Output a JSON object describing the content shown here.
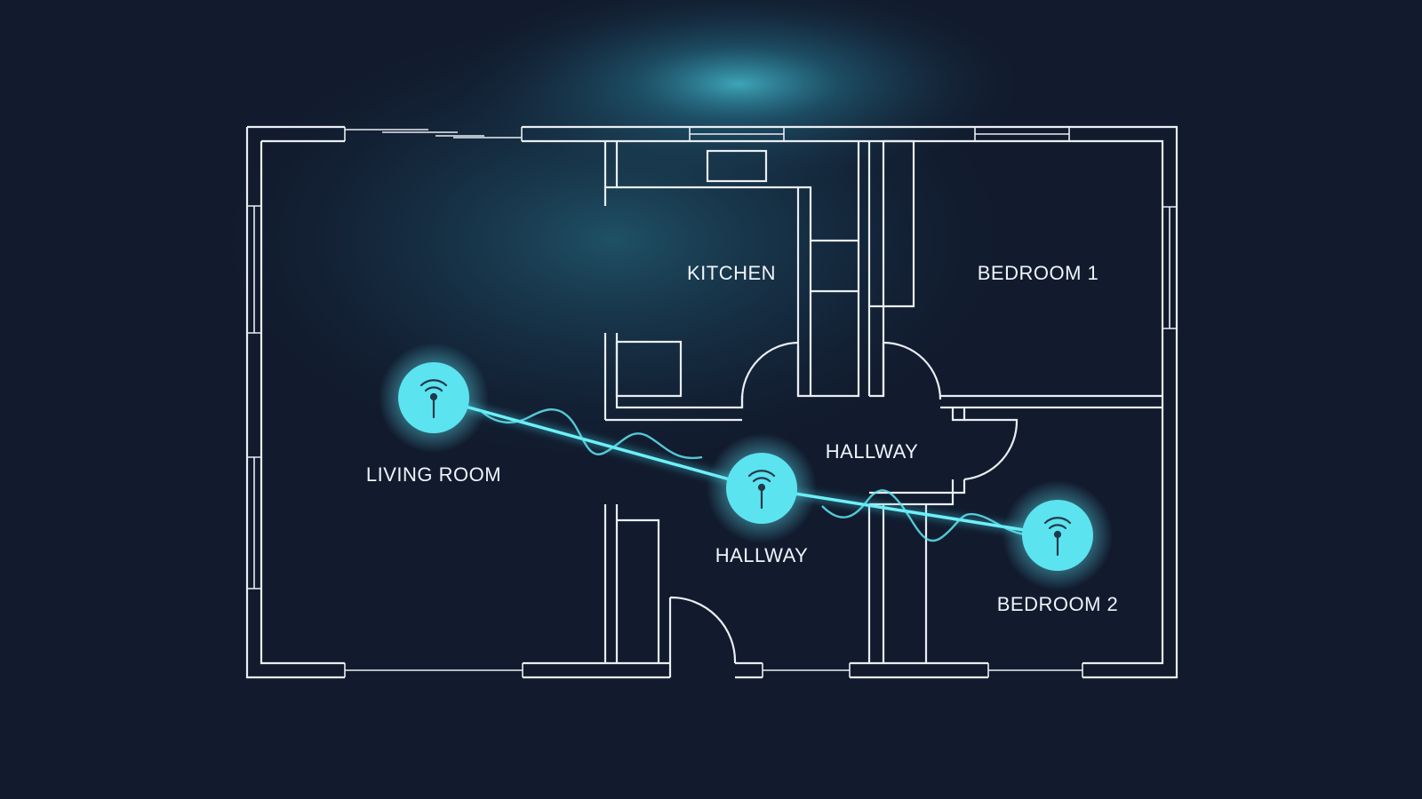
{
  "rooms": {
    "kitchen": "KITCHEN",
    "bedroom_1": "BEDROOM 1",
    "living_room": "LIVING ROOM",
    "hallway_upper": "HALLWAY",
    "hallway_lower": "HALLWAY",
    "bedroom_2": "BEDROOM 2"
  },
  "nodes": [
    {
      "room": "living-room",
      "icon": "wifi-icon"
    },
    {
      "room": "hallway",
      "icon": "wifi-icon"
    },
    {
      "room": "bedroom-2",
      "icon": "wifi-icon"
    }
  ],
  "colors": {
    "background": "#121b2e",
    "walls": "#e9eef4",
    "signal": "#5fe6f2",
    "node": "#5ce3f0",
    "node_icon": "#1f3a48",
    "glow": "#3ec8de"
  }
}
